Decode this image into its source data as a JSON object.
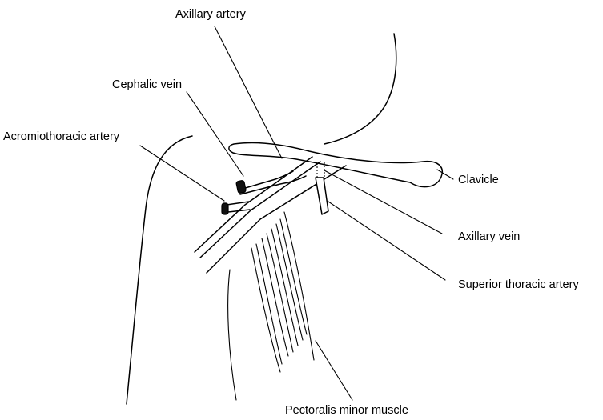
{
  "labels": {
    "axillary_artery": "Axillary artery",
    "cephalic_vein": "Cephalic vein",
    "acromiothoracic_artery": "Acromiothoracic artery",
    "clavicle": "Clavicle",
    "axillary_vein": "Axillary vein",
    "superior_thoracic_artery": "Superior thoracic artery",
    "pectoralis_minor_muscle": "Pectoralis minor muscle"
  },
  "colors": {
    "ink": "#000000",
    "background": "#ffffff"
  }
}
